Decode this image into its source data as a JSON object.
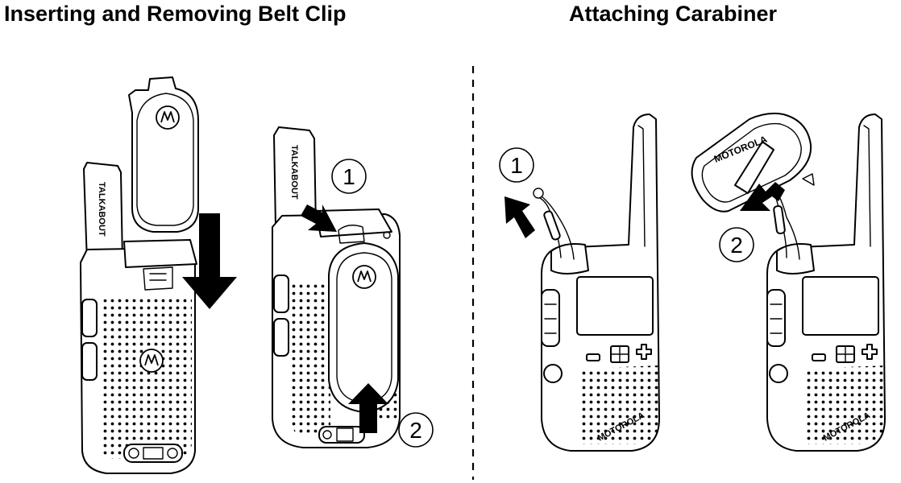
{
  "headings": {
    "belt_clip": "Inserting and Removing Belt Clip",
    "carabiner": "Attaching Carabiner"
  },
  "step_labels": {
    "belt_step_1": "1",
    "belt_step_2": "2",
    "carabiner_step_1": "1",
    "carabiner_step_2": "2"
  },
  "brand_text": {
    "antenna": "TALKABOUT",
    "carabiner": "MOTOROLA",
    "radio_body": "MOTOROLA"
  },
  "colors": {
    "ink": "#000000",
    "paper": "#ffffff"
  }
}
